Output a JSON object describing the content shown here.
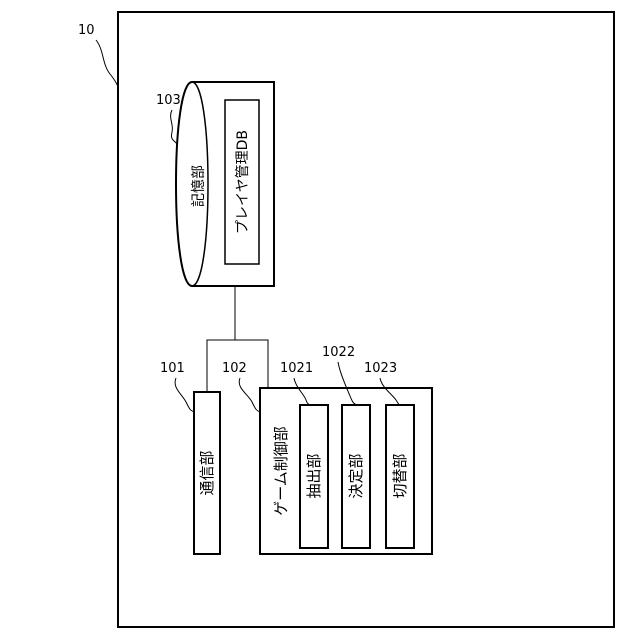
{
  "figure": {
    "system_ref": "10",
    "storage": {
      "ref": "103",
      "label": "記憶部",
      "db_label": "プレイヤ管理DB"
    },
    "communication": {
      "ref": "101",
      "label": "通信部"
    },
    "game_control": {
      "ref": "102",
      "label": "ゲーム制御部",
      "modules": [
        {
          "ref": "1021",
          "label": "抽出部"
        },
        {
          "ref": "1022",
          "label": "決定部"
        },
        {
          "ref": "1023",
          "label": "切替部"
        }
      ]
    }
  }
}
